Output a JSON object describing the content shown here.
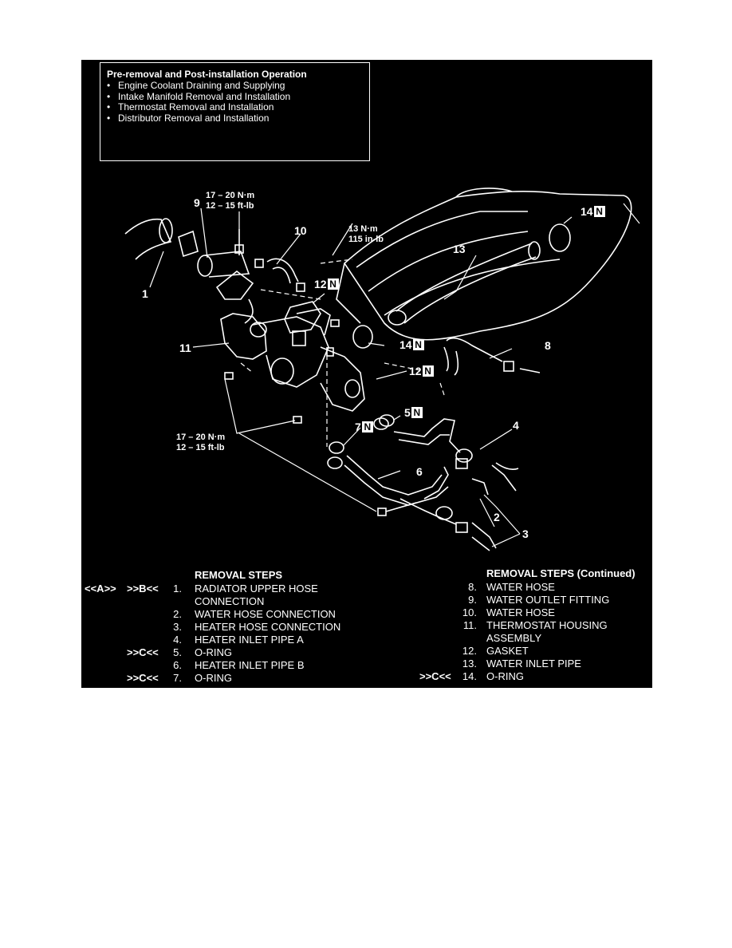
{
  "pre_op": {
    "title": "Pre-removal and Post-installation Operation",
    "items": [
      "Engine Coolant Draining and Supplying",
      "Intake Manifold Removal and Installation",
      "Thermostat Removal and Installation",
      "Distributor Removal and Installation"
    ]
  },
  "callouts": {
    "c1": "1",
    "c2": "2",
    "c3": "3",
    "c4": "4",
    "c5": "5",
    "c6": "6",
    "c7": "7",
    "c8": "8",
    "c9": "9",
    "c10": "10",
    "c11": "11",
    "c12a": "12",
    "c12b": "12",
    "c13": "13",
    "c14a": "14",
    "c14b": "14",
    "n_badge": "N"
  },
  "torque": {
    "top_nm": "17 – 20 N·m",
    "top_ftlb": "12 – 15 ft-lb",
    "mid_nm": "13 N·m",
    "mid_inlb": "115 in-lb",
    "low_nm": "17 – 20 N·m",
    "low_ftlb": "12 – 15 ft-lb"
  },
  "steps": {
    "heading_left": "REMOVAL STEPS",
    "heading_right": "REMOVAL STEPS (Continued)",
    "left": [
      {
        "m1": "<<A>>",
        "m2": ">>B<<",
        "num": "1.",
        "label": "RADIATOR UPPER HOSE",
        "label2": "CONNECTION"
      },
      {
        "m1": "",
        "m2": "",
        "num": "2.",
        "label": "WATER HOSE CONNECTION"
      },
      {
        "m1": "",
        "m2": "",
        "num": "3.",
        "label": "HEATER HOSE CONNECTION"
      },
      {
        "m1": "",
        "m2": "",
        "num": "4.",
        "label": "HEATER INLET PIPE A"
      },
      {
        "m1": "",
        "m2": ">>C<<",
        "num": "5.",
        "label": "O-RING"
      },
      {
        "m1": "",
        "m2": "",
        "num": "6.",
        "label": "HEATER INLET PIPE B"
      },
      {
        "m1": "",
        "m2": ">>C<<",
        "num": "7.",
        "label": "O-RING"
      }
    ],
    "right": [
      {
        "mk": "",
        "num": "8.",
        "label": "WATER HOSE"
      },
      {
        "mk": "",
        "num": "9.",
        "label": "WATER OUTLET FITTING"
      },
      {
        "mk": "",
        "num": "10.",
        "label": "WATER HOSE"
      },
      {
        "mk": "",
        "num": "11.",
        "label": "THERMOSTAT HOUSING",
        "label2": "ASSEMBLY"
      },
      {
        "mk": "",
        "num": "12.",
        "label": "GASKET"
      },
      {
        "mk": "",
        "num": "13.",
        "label": "WATER INLET PIPE"
      },
      {
        "mk": ">>C<<",
        "num": "14.",
        "label": "O-RING"
      }
    ]
  }
}
